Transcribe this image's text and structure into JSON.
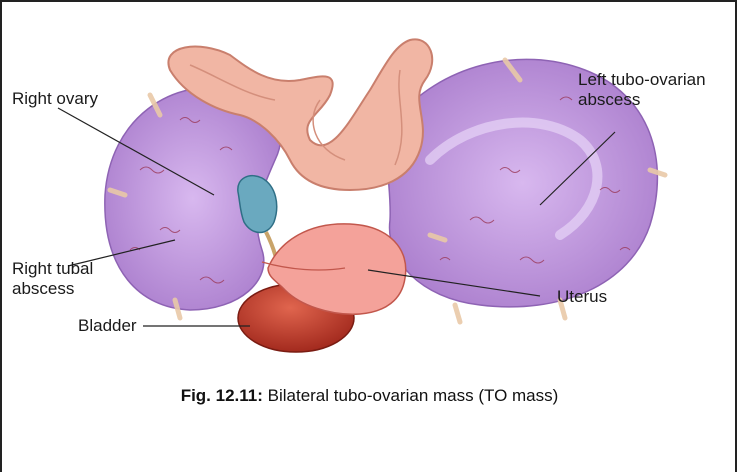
{
  "labels": {
    "right_ovary": "Right ovary",
    "left_tubo_ovarian_line1": "Left tubo-ovarian",
    "left_tubo_ovarian_line2": "abscess",
    "right_tubal_line1": "Right tubal",
    "right_tubal_line2": "abscess",
    "bladder": "Bladder",
    "uterus": "Uterus"
  },
  "caption": {
    "fig_number": "Fig. 12.11:",
    "text": "Bilateral tubo-ovarian mass (TO  mass)"
  },
  "colors": {
    "abscess": "#b98fd8",
    "bowel": "#f0b8a8",
    "uterus": "#f4a29a",
    "bladder": "#c0392b",
    "ovary": "#6aa9bf"
  }
}
